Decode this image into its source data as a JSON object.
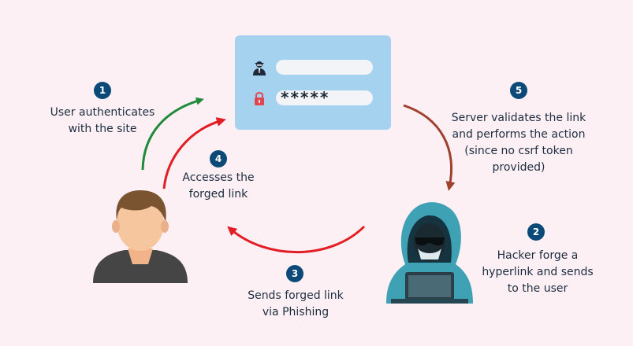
{
  "login": {
    "password_mask": "*****"
  },
  "steps": [
    {
      "number": "1",
      "lines": [
        "User authenticates",
        "with the site"
      ]
    },
    {
      "number": "2",
      "lines": [
        "Hacker forge a",
        "hyperlink and sends",
        "to the user"
      ]
    },
    {
      "number": "3",
      "lines": [
        "Sends forged link",
        "via Phishing"
      ]
    },
    {
      "number": "4",
      "lines": [
        "Accesses the",
        "forged link"
      ]
    },
    {
      "number": "5",
      "lines": [
        "Server validates the link",
        "and performs the action",
        "(since no csrf token",
        "provided)"
      ]
    }
  ],
  "colors": {
    "background": "#fcf0f5",
    "card": "#a5d3ef",
    "badge": "#0b4a78",
    "arrow_green": "#1f8a3a",
    "arrow_red": "#e21d24",
    "arrow_brown": "#a0412e"
  },
  "icons": {
    "user_field": "user-agent-icon",
    "password_field": "lock-icon",
    "victim": "person-icon",
    "attacker": "hooded-hacker-icon"
  }
}
